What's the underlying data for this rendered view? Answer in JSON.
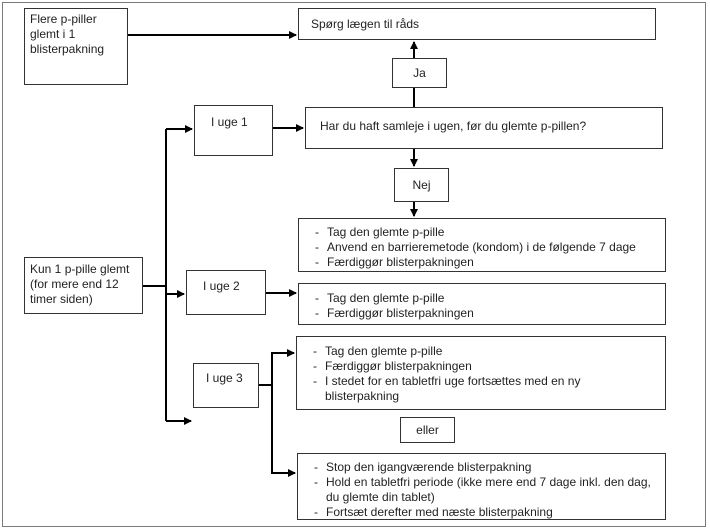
{
  "nodes": {
    "flere": "Flere p-piller glemt i 1 blisterpakning",
    "spoerg": "Spørg lægen til råds",
    "ja": "Ja",
    "uge1": "I uge 1",
    "question": "Har du haft samleje i ugen, før du glemte p-pillen?",
    "nej": "Nej",
    "kun1": "Kun 1 p-pille glemt (for mere end 12 timer siden)",
    "uge2": "I uge 2",
    "uge3": "I uge 3",
    "eller": "eller"
  },
  "lists": {
    "uge1_nej": [
      "Tag den glemte p-pille",
      "Anvend en barrieremetode (kondom) i de følgende 7 dage",
      "Færdiggør blisterpakningen"
    ],
    "uge2": [
      "Tag den glemte p-pille",
      "Færdiggør blisterpakningen"
    ],
    "uge3_a": [
      "Tag den glemte p-pille",
      "Færdiggør blisterpakningen",
      "I stedet for en tabletfri uge fortsættes med en ny blisterpakning"
    ],
    "uge3_b": [
      "Stop den igangværende blisterpakning",
      "Hold en tabletfri periode (ikke mere end 7 dage inkl. den dag, du glemte din tablet)",
      "Fortsæt derefter med næste blisterpakning"
    ]
  }
}
